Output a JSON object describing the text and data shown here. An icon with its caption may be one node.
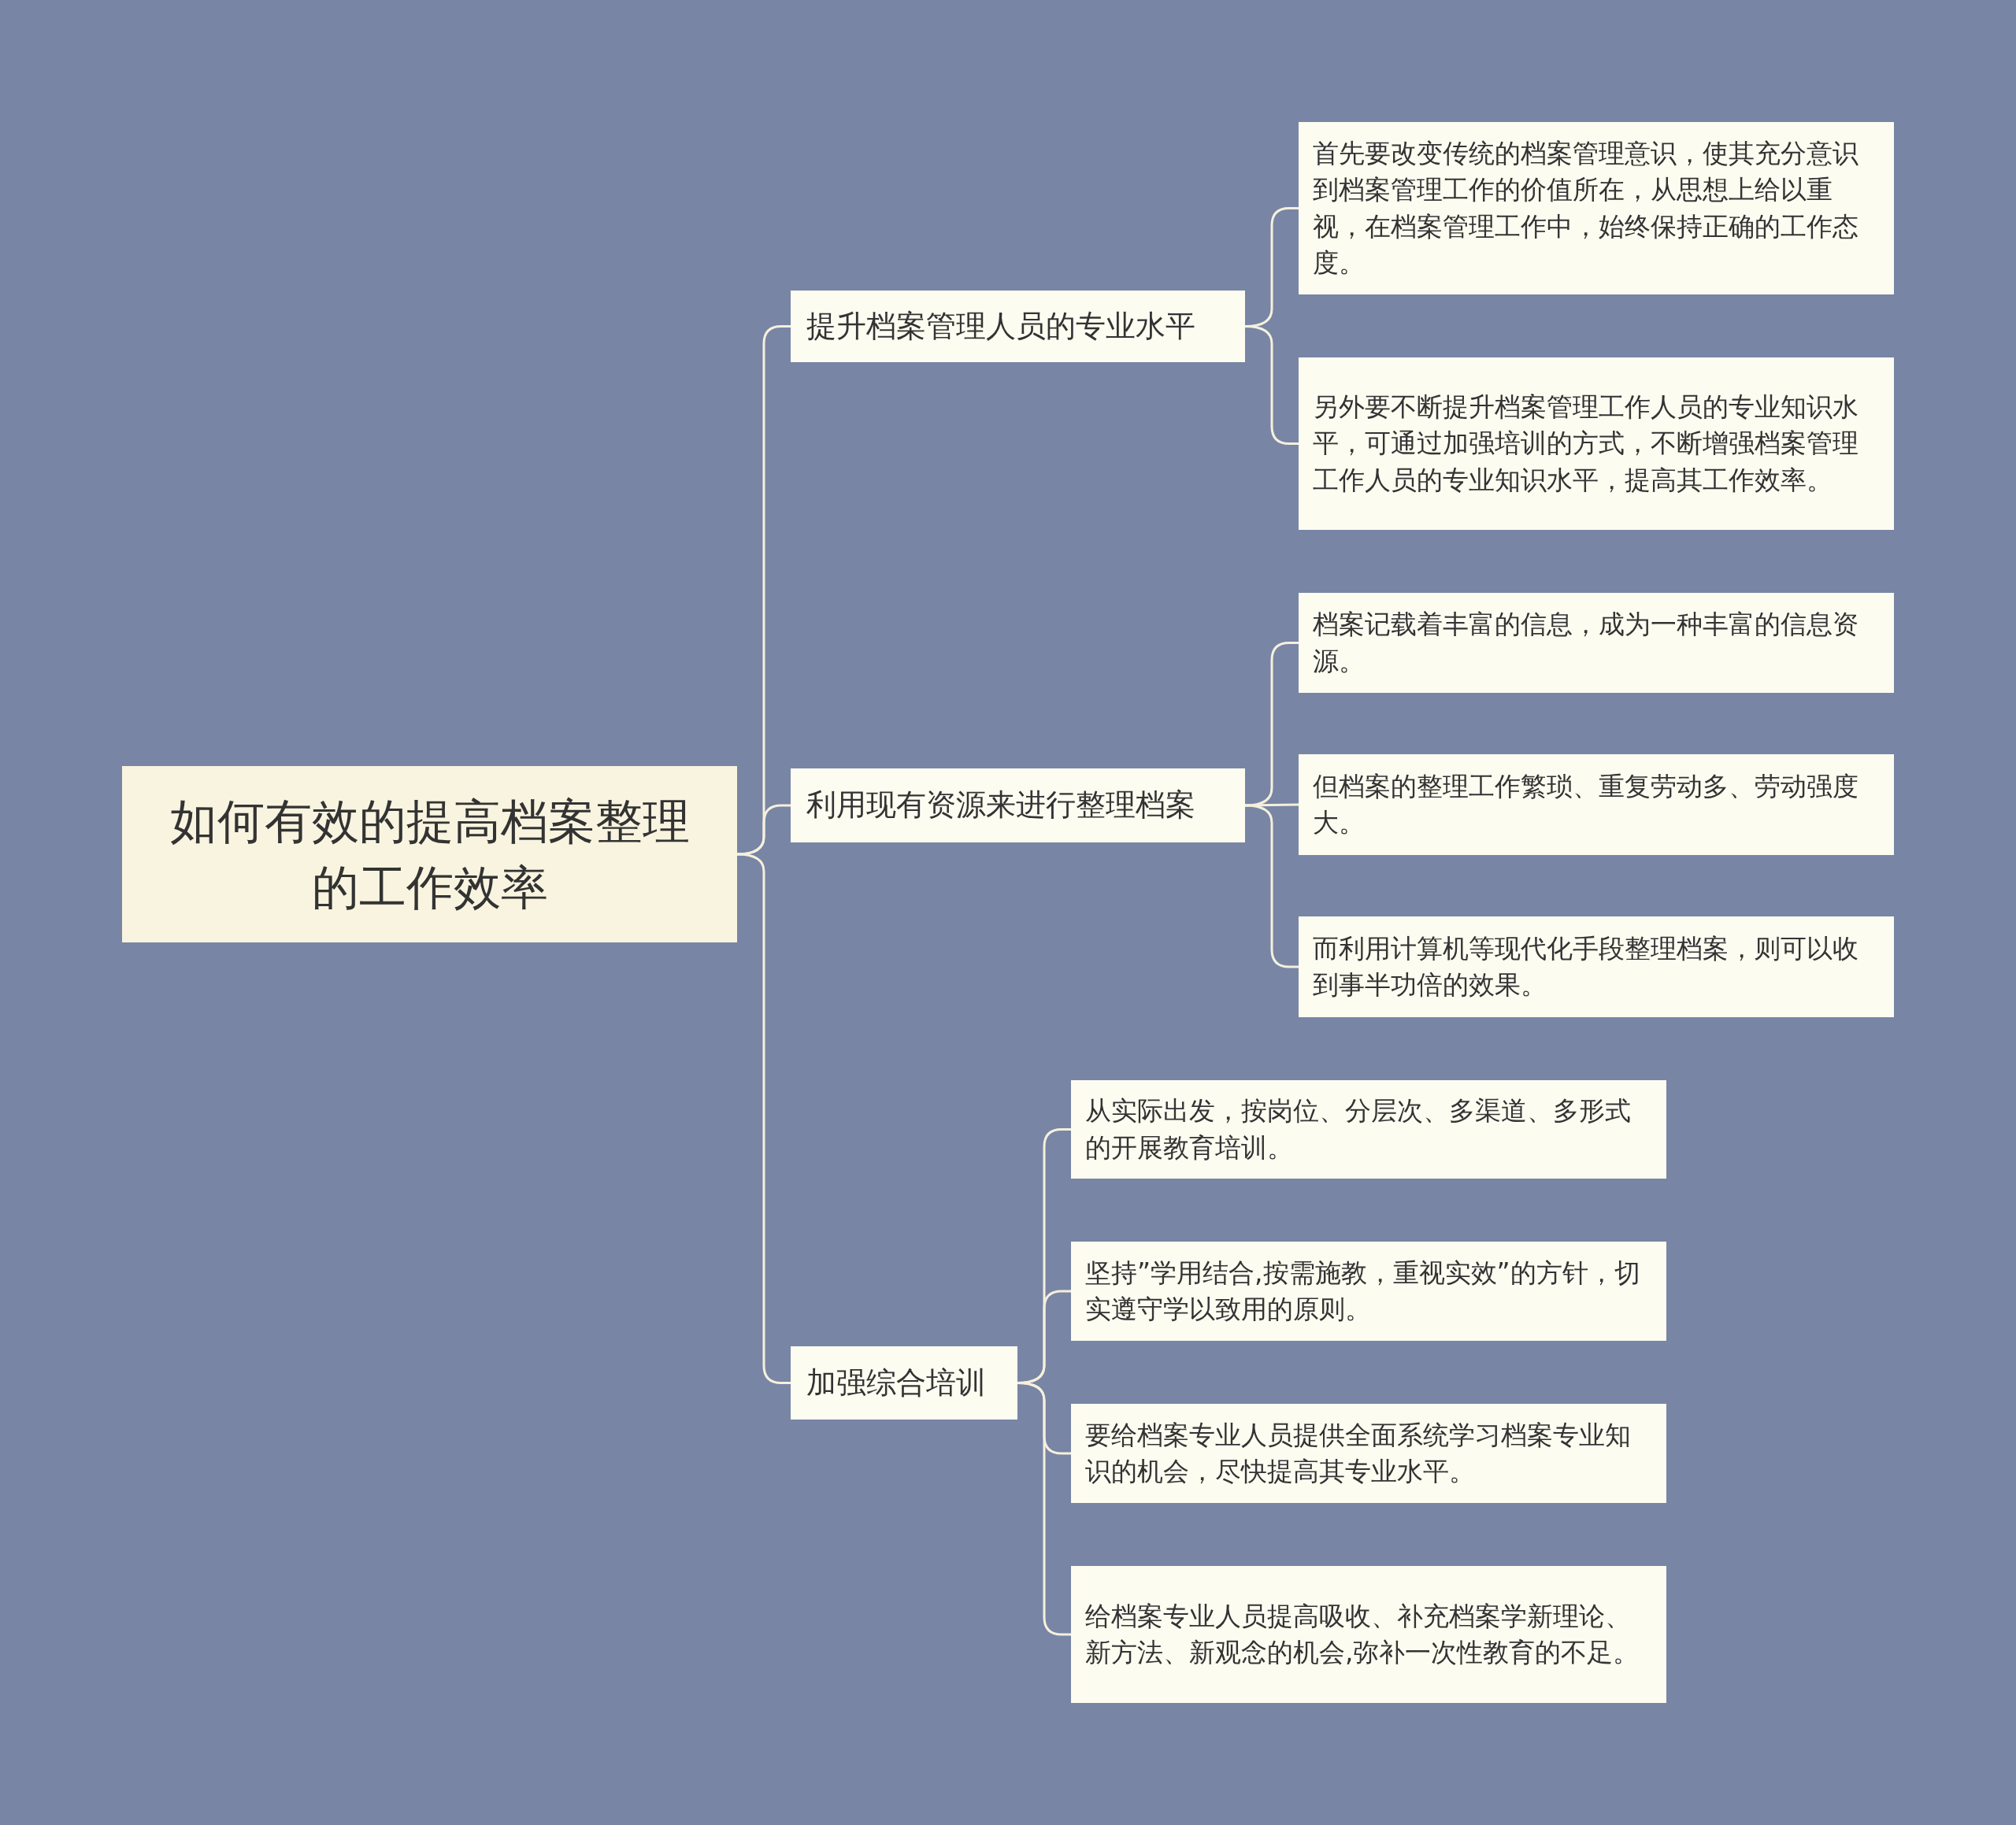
{
  "diagram": {
    "nodes": [
      {
        "text": [
          "如何有效的提高档案整理的工作效率"
        ]
      },
      {
        "text": [
          "提升档案管理人员的专业水平"
        ]
      },
      {
        "text": [
          "首先要改变传统的档案管理意识，使其充分意识到档案管理工作的价值所在，从思想上给以重视，在档案管理工作中，始终保持正确的工作态度。"
        ]
      },
      {
        "text": [
          "另外要不断提升档案管理工作人员的专业知识水平，可通过加强培训的方式，不断增强档案管理工作人员的专业知识水平，提高其工作效率。"
        ]
      },
      {
        "text": [
          "利用现有资源来进行整理档案"
        ]
      },
      {
        "text": [
          "档案记载着丰富的信息，成为一种丰富的信息资源。"
        ]
      },
      {
        "text": [
          "但档案的整理工作繁琐、重复劳动多、劳动强度大。"
        ]
      },
      {
        "text": [
          "而利用计算机等现代化手段整理档案，则可以收到事半功倍的效果。"
        ]
      },
      {
        "text": [
          "加强综合培训"
        ]
      },
      {
        "text": [
          "从实际出发，按岗位、分层次、多渠道、多形式的开展教育培训。"
        ]
      },
      {
        "text": [
          "坚持”学用结合,按需施教，重视实效”的方针，切实遵守学以致用的原则。"
        ]
      },
      {
        "text": [
          "要给档案专业人员提供全面系统学习档案专业知识的机会，尽快提高其专业水平。"
        ]
      },
      {
        "text": [
          "给档案专业人员提高吸收、补充档案学新理论、新方法、新观念的机会,弥补一次性教育的不足。"
        ]
      }
    ],
    "edges": [
      {
        "from": 0,
        "to": 1,
        "arrow": "none"
      },
      {
        "from": 0,
        "to": 4,
        "arrow": "none"
      },
      {
        "from": 0,
        "to": 8,
        "arrow": "none"
      },
      {
        "from": 1,
        "to": 2,
        "arrow": "none"
      },
      {
        "from": 1,
        "to": 3,
        "arrow": "none"
      },
      {
        "from": 4,
        "to": 5,
        "arrow": "none"
      },
      {
        "from": 4,
        "to": 6,
        "arrow": "none"
      },
      {
        "from": 4,
        "to": 7,
        "arrow": "none"
      },
      {
        "from": 8,
        "to": 9,
        "arrow": "none"
      },
      {
        "from": 8,
        "to": 10,
        "arrow": "none"
      },
      {
        "from": 8,
        "to": 11,
        "arrow": "none"
      },
      {
        "from": 8,
        "to": 12,
        "arrow": "none"
      }
    ]
  }
}
